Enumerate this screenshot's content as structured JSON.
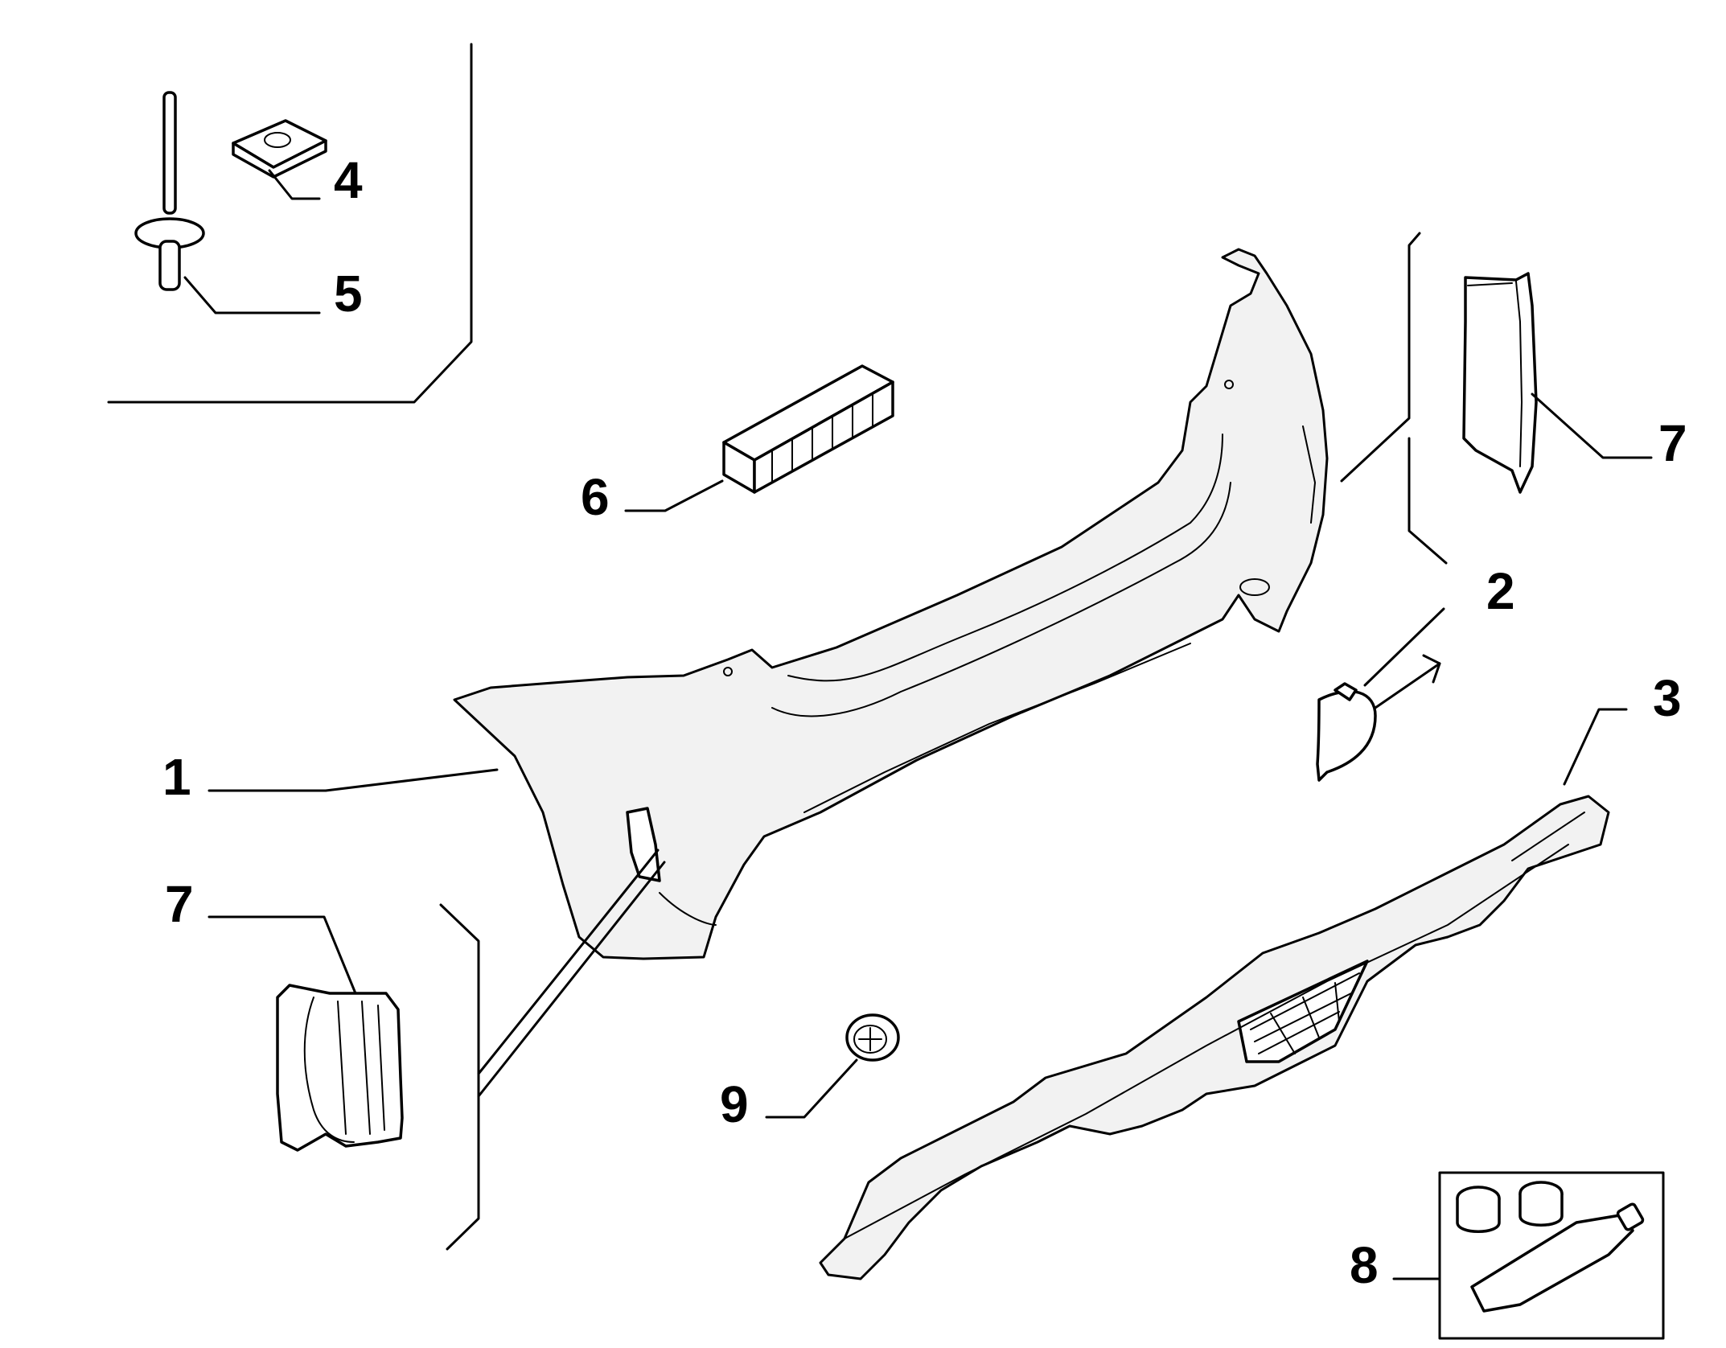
{
  "callouts": [
    {
      "id": "1",
      "label": "1",
      "part": "bumper"
    },
    {
      "id": "2",
      "label": "2",
      "part": "tow-hook-cover"
    },
    {
      "id": "3",
      "label": "3",
      "part": "diffuser"
    },
    {
      "id": "4",
      "label": "4",
      "part": "clip-nut"
    },
    {
      "id": "5",
      "label": "5",
      "part": "rivet"
    },
    {
      "id": "6",
      "label": "6",
      "part": "foam-pad"
    },
    {
      "id": "7a",
      "label": "7",
      "part": "reflector-right"
    },
    {
      "id": "7b",
      "label": "7",
      "part": "reflector-left"
    },
    {
      "id": "8",
      "label": "8",
      "part": "repair-kit"
    },
    {
      "id": "9",
      "label": "9",
      "part": "sensor"
    }
  ],
  "colors": {
    "line": "#000000",
    "background": "#ffffff",
    "fill": "#f2f2f2"
  }
}
